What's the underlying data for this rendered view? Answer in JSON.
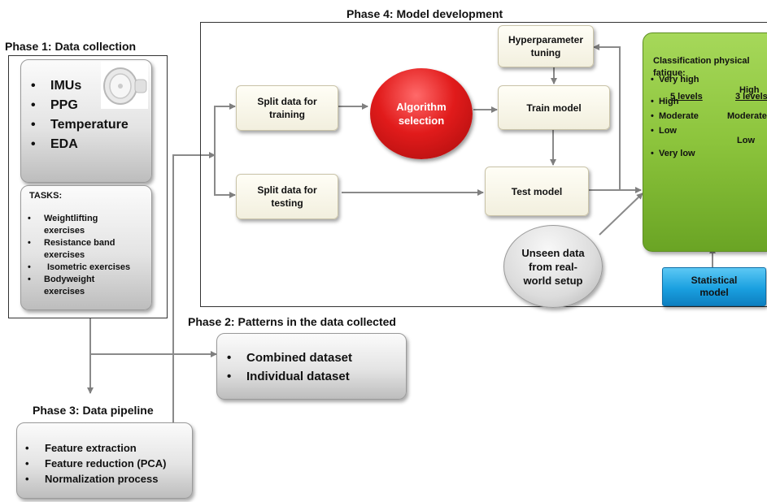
{
  "phase1": {
    "title": "Phase 1: Data collection",
    "sensors": [
      "IMUs",
      "PPG",
      "Temperature",
      "EDA"
    ],
    "tasks_heading": "TASKS:",
    "tasks": [
      "Weightlifting exercises",
      "Resistance band exercises",
      "Isometric exercises",
      "Bodyweight exercises"
    ]
  },
  "phase2": {
    "title": "Phase 2: Patterns in the data collected",
    "items": [
      "Combined dataset",
      "Individual dataset"
    ]
  },
  "phase3": {
    "title": "Phase 3: Data pipeline",
    "items": [
      "Feature extraction",
      "Feature reduction (PCA)",
      "Normalization process"
    ]
  },
  "phase4": {
    "title": "Phase 4: Model development",
    "split_train": "Split data for training",
    "split_test": "Split data for testing",
    "algorithm": "Algorithm selection",
    "hyper": "Hyperparameter tuning",
    "train": "Train model",
    "test": "Test model",
    "unseen": "Unseen data from real-world setup",
    "statistical": "Statistical model",
    "classification": {
      "title": "Classification physical fatigue:",
      "head5": "5 levels",
      "head3": "3 levels",
      "levels5": [
        "Very high",
        "High",
        "Moderate",
        "Low",
        "Very low"
      ],
      "levels3": [
        "High",
        "Moderate",
        "Low"
      ]
    }
  },
  "colors": {
    "green": "#8cc43c",
    "red": "#d81a1a",
    "blue": "#1aa0e0",
    "cream": "#fdfbe9",
    "arrow": "#7f7f7f"
  }
}
